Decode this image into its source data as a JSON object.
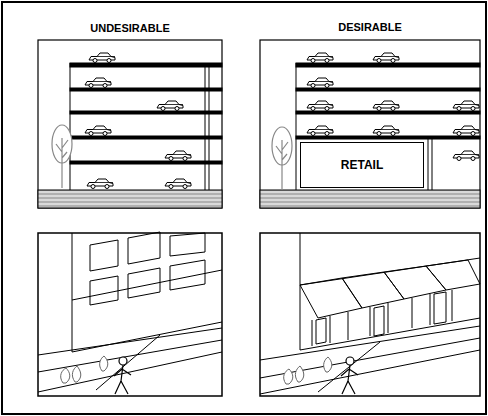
{
  "diagram": {
    "nodes": [
      {
        "text": [
          "RETAIL"
        ]
      }
    ],
    "labels": [
      "UNDESIRABLE",
      "DESIRABLE"
    ]
  }
}
